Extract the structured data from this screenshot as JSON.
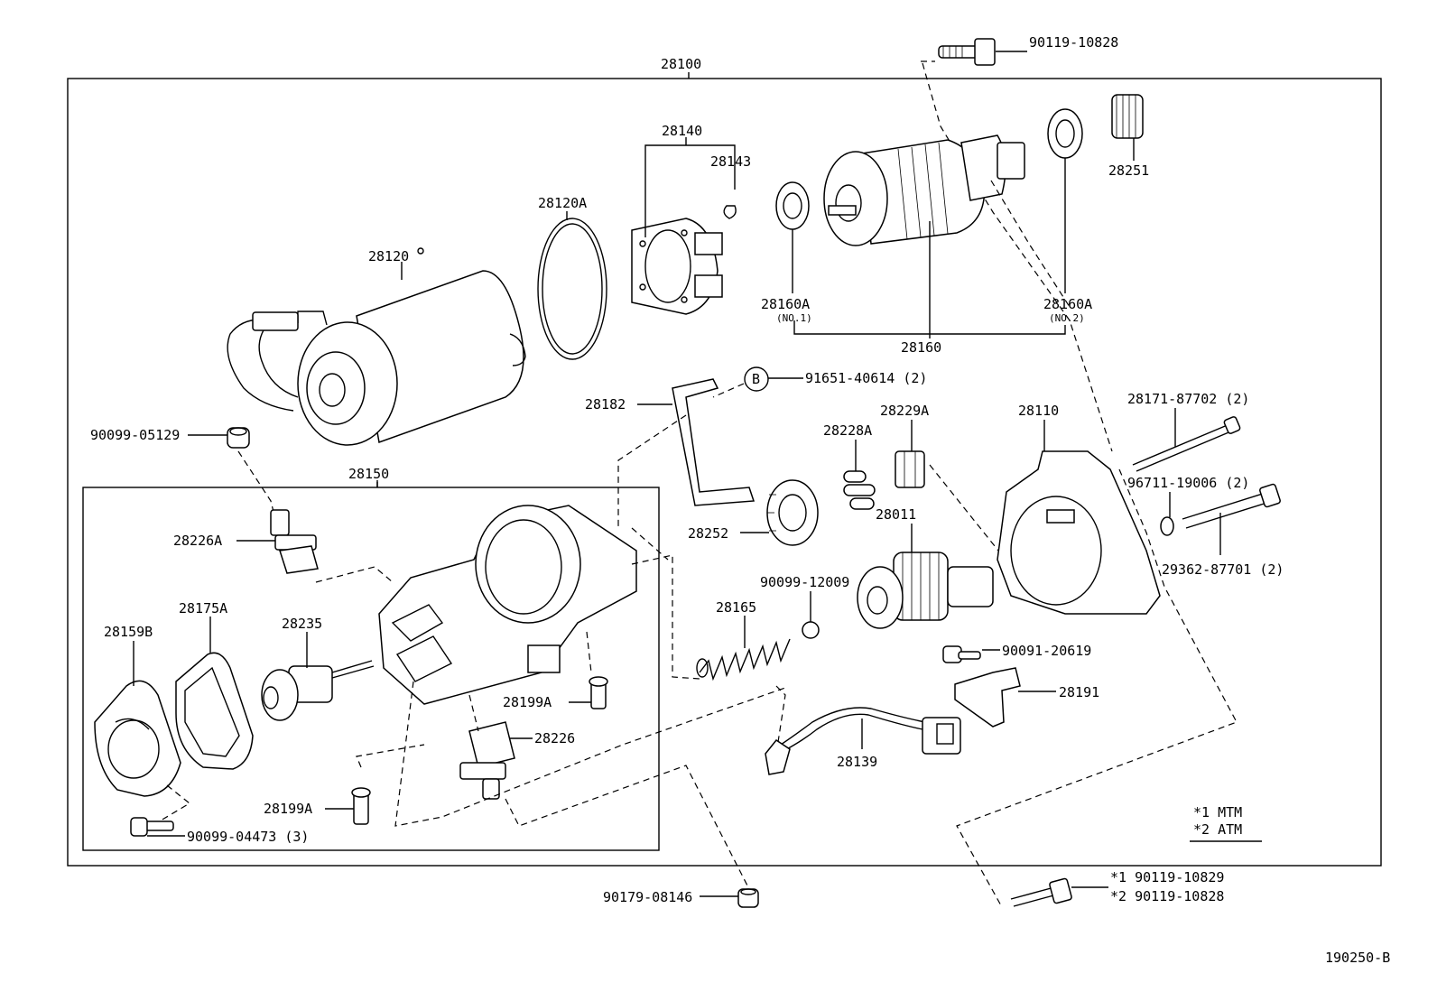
{
  "labels": {
    "p28100": "28100",
    "p28120": "28120",
    "p28120A": "28120A",
    "p28140": "28140",
    "p28143": "28143",
    "p28160A_1": "28160A",
    "p28160A_1_sub": "(NO.1)",
    "p28160A_2": "28160A",
    "p28160A_2_sub": "(NO.2)",
    "p28160": "28160",
    "p28251": "28251",
    "p90119_10828_top": "90119-10828",
    "p28182": "28182",
    "bolt_B_label": "91651-40614 (2)",
    "callout_B": "B",
    "p28229A": "28229A",
    "p28228A": "28228A",
    "p28110": "28110",
    "p28171": "28171-87702 (2)",
    "p96711": "96711-19006 (2)",
    "p29362": "29362-87701 (2)",
    "p90099_05129": "90099-05129",
    "p28150": "28150",
    "p28226A": "28226A",
    "p28252": "28252",
    "p28011": "28011",
    "p90099_12009": "90099-12009",
    "p28165": "28165",
    "p28175A": "28175A",
    "p28159B": "28159B",
    "p28235": "28235",
    "p28199A_a": "28199A",
    "p28226": "28226",
    "p28199A_b": "28199A",
    "p90099_04473": "90099-04473 (3)",
    "p90091_20619": "90091-20619",
    "p28191": "28191",
    "p28139": "28139",
    "p90179_08146": "90179-08146",
    "legend_1": "*1  MTM",
    "legend_2": "*2  ATM",
    "bolt_1": "*1  90119-10829",
    "bolt_2": "*2  90119-10828",
    "figure_id": "190250-B"
  }
}
